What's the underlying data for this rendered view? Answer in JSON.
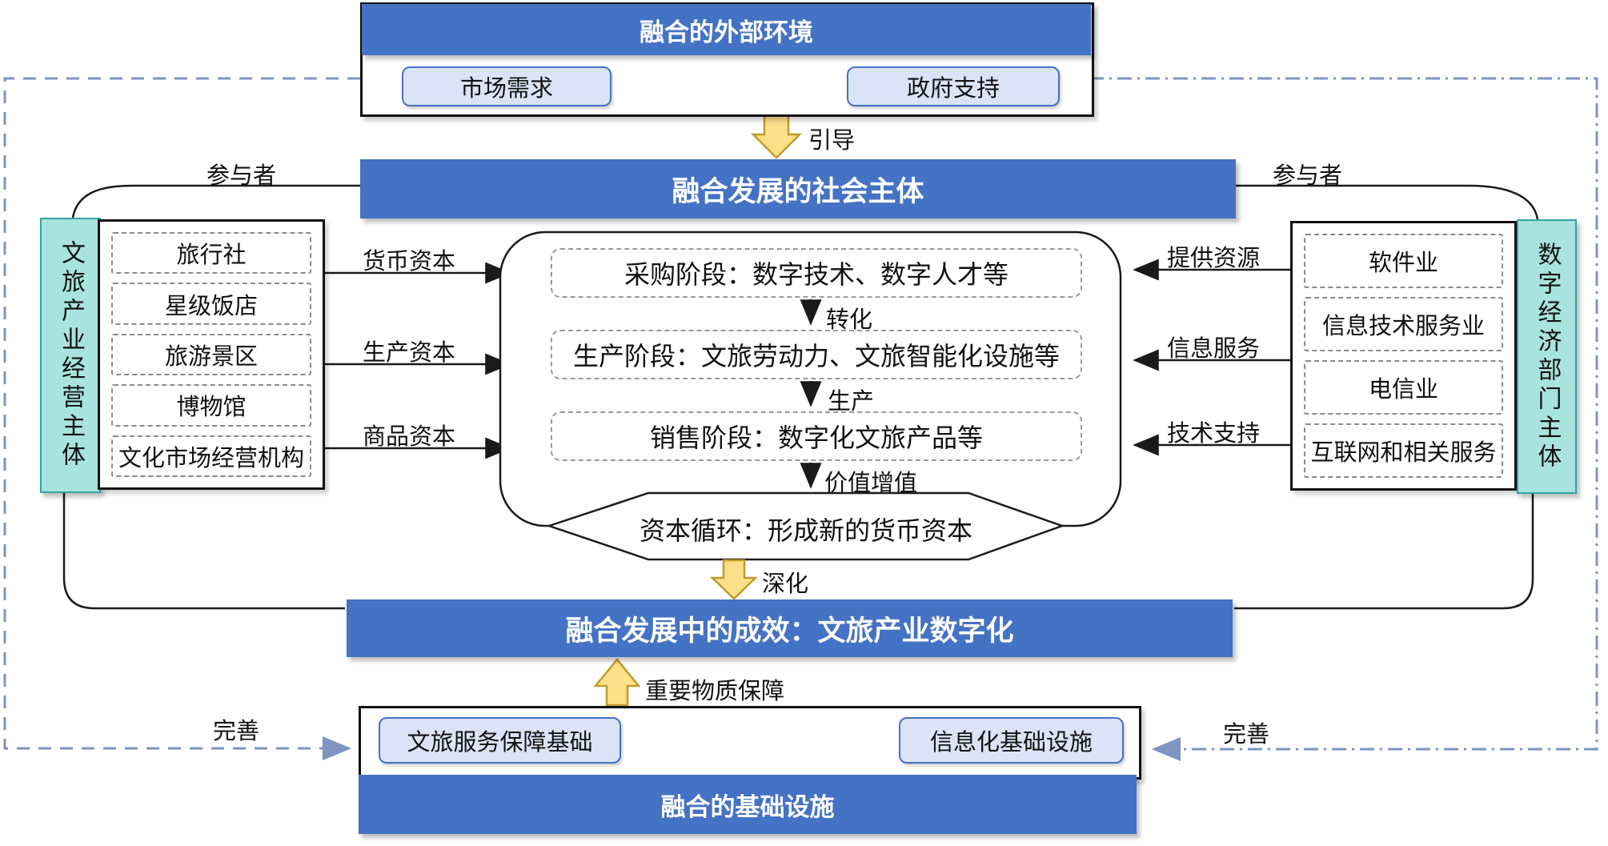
{
  "external_env": {
    "title": "融合的外部环境",
    "items": [
      "市场需求",
      "政府支持"
    ]
  },
  "guide_arrow_label": "引导",
  "social_subject_bar": "融合发展的社会主体",
  "participants": {
    "left": "参与者",
    "right": "参与者"
  },
  "left_panel": {
    "vertical_title": "文旅产业经营主体",
    "items": [
      "旅行社",
      "星级饭店",
      "旅游景区",
      "博物馆",
      "文化市场经营机构"
    ]
  },
  "right_panel": {
    "vertical_title": "数字经济部门主体",
    "items": [
      "软件业",
      "信息技术服务业",
      "电信业",
      "互联网和相关服务"
    ]
  },
  "left_flow_labels": [
    "货币资本",
    "生产资本",
    "商品资本"
  ],
  "right_flow_labels": [
    "提供资源",
    "信息服务",
    "技术支持"
  ],
  "process": {
    "stages": [
      "采购阶段：数字技术、数字人才等",
      "生产阶段：文旅劳动力、文旅智能化设施等",
      "销售阶段：数字化文旅产品等"
    ],
    "stage_arrow_labels": [
      "转化",
      "生产",
      "价值增值"
    ],
    "hexagon": "资本循环：形成新的货币资本"
  },
  "deepen_arrow_label": "深化",
  "outcome_bar": "融合发展中的成效：文旅产业数字化",
  "guarantee_arrow_label": "重要物质保障",
  "infrastructure": {
    "items": [
      "文旅服务保障基础",
      "信息化基础设施"
    ],
    "title": "融合的基础设施"
  },
  "improve_labels": {
    "left": "完善",
    "right": "完善"
  },
  "colors": {
    "bar_blue": "#4472C4",
    "light_blue_fill": "#DAE4F6",
    "teal_fill": "#A9E3DF",
    "teal_border": "#31A5A0",
    "yellow_arrow_fill": "#FFE08A",
    "yellow_arrow_border": "#C29A2A",
    "frame_blue": "#7E94C1",
    "line_black": "#1a1a1a"
  }
}
